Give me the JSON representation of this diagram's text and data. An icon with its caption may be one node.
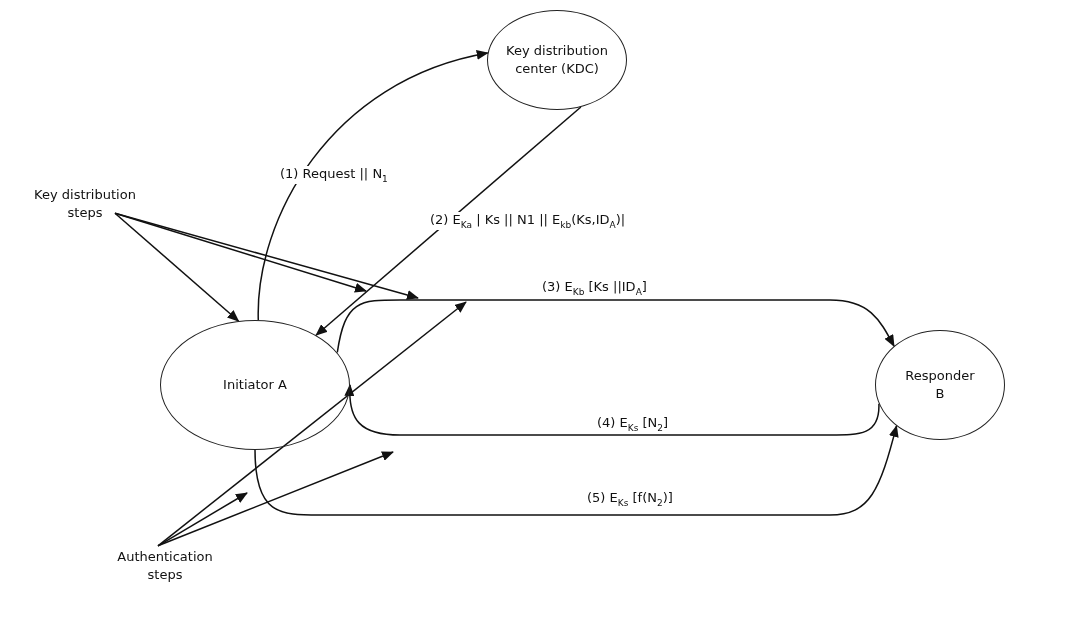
{
  "diagram": {
    "nodes": [
      {
        "text": [
          "Key distribution center (KDC)"
        ]
      },
      {
        "text": [
          "Initiator A"
        ]
      },
      {
        "text": [
          "Responder B"
        ]
      },
      {
        "text": [
          "Key distribution steps"
        ]
      },
      {
        "text": [
          "Authentication steps"
        ]
      }
    ],
    "edges": [
      {
        "from": 1,
        "to": 0,
        "arrow": "to",
        "label": "(1) Request || N$_{1}$"
      },
      {
        "from": 0,
        "to": 1,
        "arrow": "to",
        "label": "(2) E$_{Ka}$ | Ks || N1 || E$_{kb}$(Ks,ID$_{A}$)|"
      },
      {
        "from": 1,
        "to": 2,
        "arrow": "to",
        "label": "(3) E$_{Kb}$ [Ks ||ID$_{A}$]"
      },
      {
        "from": 2,
        "to": 1,
        "arrow": "to",
        "label": "(4) E$_{Ks}$ [N$_{2}$]"
      },
      {
        "from": 1,
        "to": 2,
        "arrow": "to",
        "label": "(5) E$_{Ks}$ [f(N$_{2}$)]"
      },
      {
        "from": 3,
        "to": 1,
        "arrow": "to"
      },
      {
        "from": 3,
        "to": null,
        "arrow": "to"
      },
      {
        "from": 3,
        "to": null,
        "arrow": "to"
      },
      {
        "from": 4,
        "to": null,
        "arrow": "to"
      },
      {
        "from": 4,
        "to": null,
        "arrow": "to"
      },
      {
        "from": 4,
        "to": null,
        "arrow": "to"
      }
    ]
  }
}
